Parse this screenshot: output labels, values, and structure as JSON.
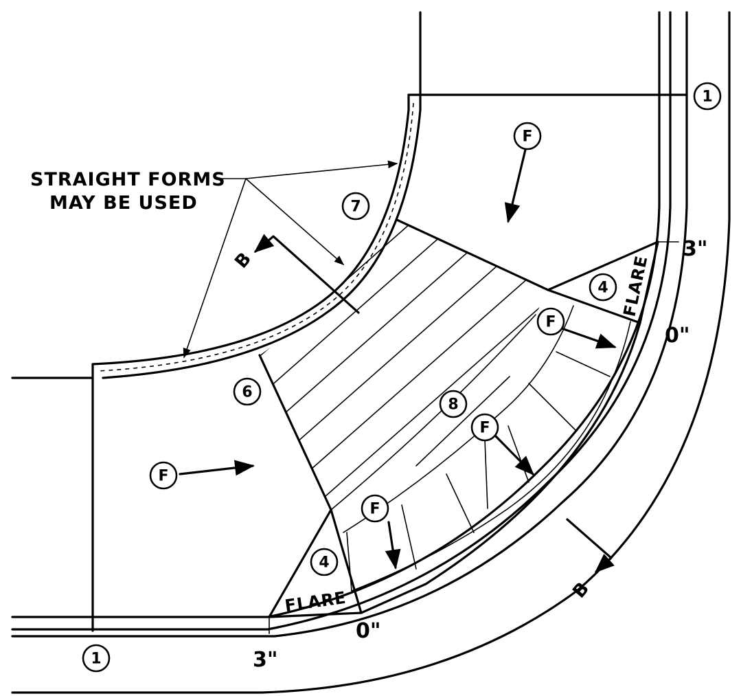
{
  "note": {
    "line1": "STRAIGHT FORMS",
    "line2": "MAY BE USED"
  },
  "callouts": {
    "c1_top": "1",
    "c1_bottom": "1",
    "c4_upper": "4",
    "c4_lower": "4",
    "c6": "6",
    "c7": "7",
    "c8": "8",
    "f_top": "F",
    "f_left": "F",
    "f_ramp_top": "F",
    "f_ramp_mid": "F",
    "f_ramp_bot": "F"
  },
  "dimensions": {
    "top_3in": "3\"",
    "top_0in": "0\"",
    "bottom_3in": "3\"",
    "bottom_0in": "0\""
  },
  "flare": {
    "upper": "FLARE",
    "lower": "FLARE"
  },
  "section": {
    "upper": "B",
    "lower": "B"
  }
}
